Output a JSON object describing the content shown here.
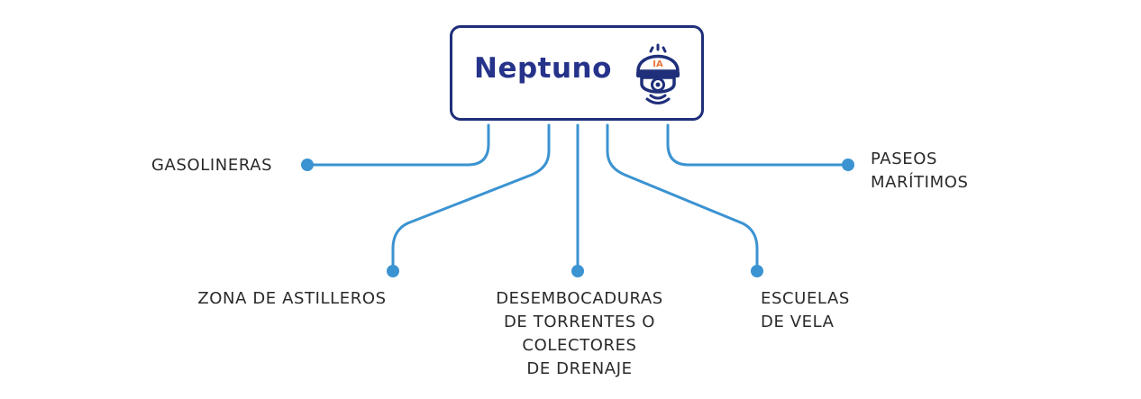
{
  "brand": {
    "name": "Neptuno",
    "logo_badge": "IA",
    "colors": {
      "navy": "#1f2f7a",
      "accent_blue": "#3b93d1",
      "badge_orange": "#e8743b"
    }
  },
  "nodes": [
    {
      "id": "gasolineras",
      "label": "GASOLINERAS"
    },
    {
      "id": "zona-astilleros",
      "label": "ZONA DE ASTILLEROS"
    },
    {
      "id": "desembocaduras",
      "label": "DESEMBOCADURAS\nDE TORRENTES O\nCOLECTORES\nDE DRENAJE"
    },
    {
      "id": "escuelas-vela",
      "label": "ESCUELAS\nDE VELA"
    },
    {
      "id": "paseos-maritimos",
      "label": "PASEOS\nMARÍTIMOS"
    }
  ]
}
